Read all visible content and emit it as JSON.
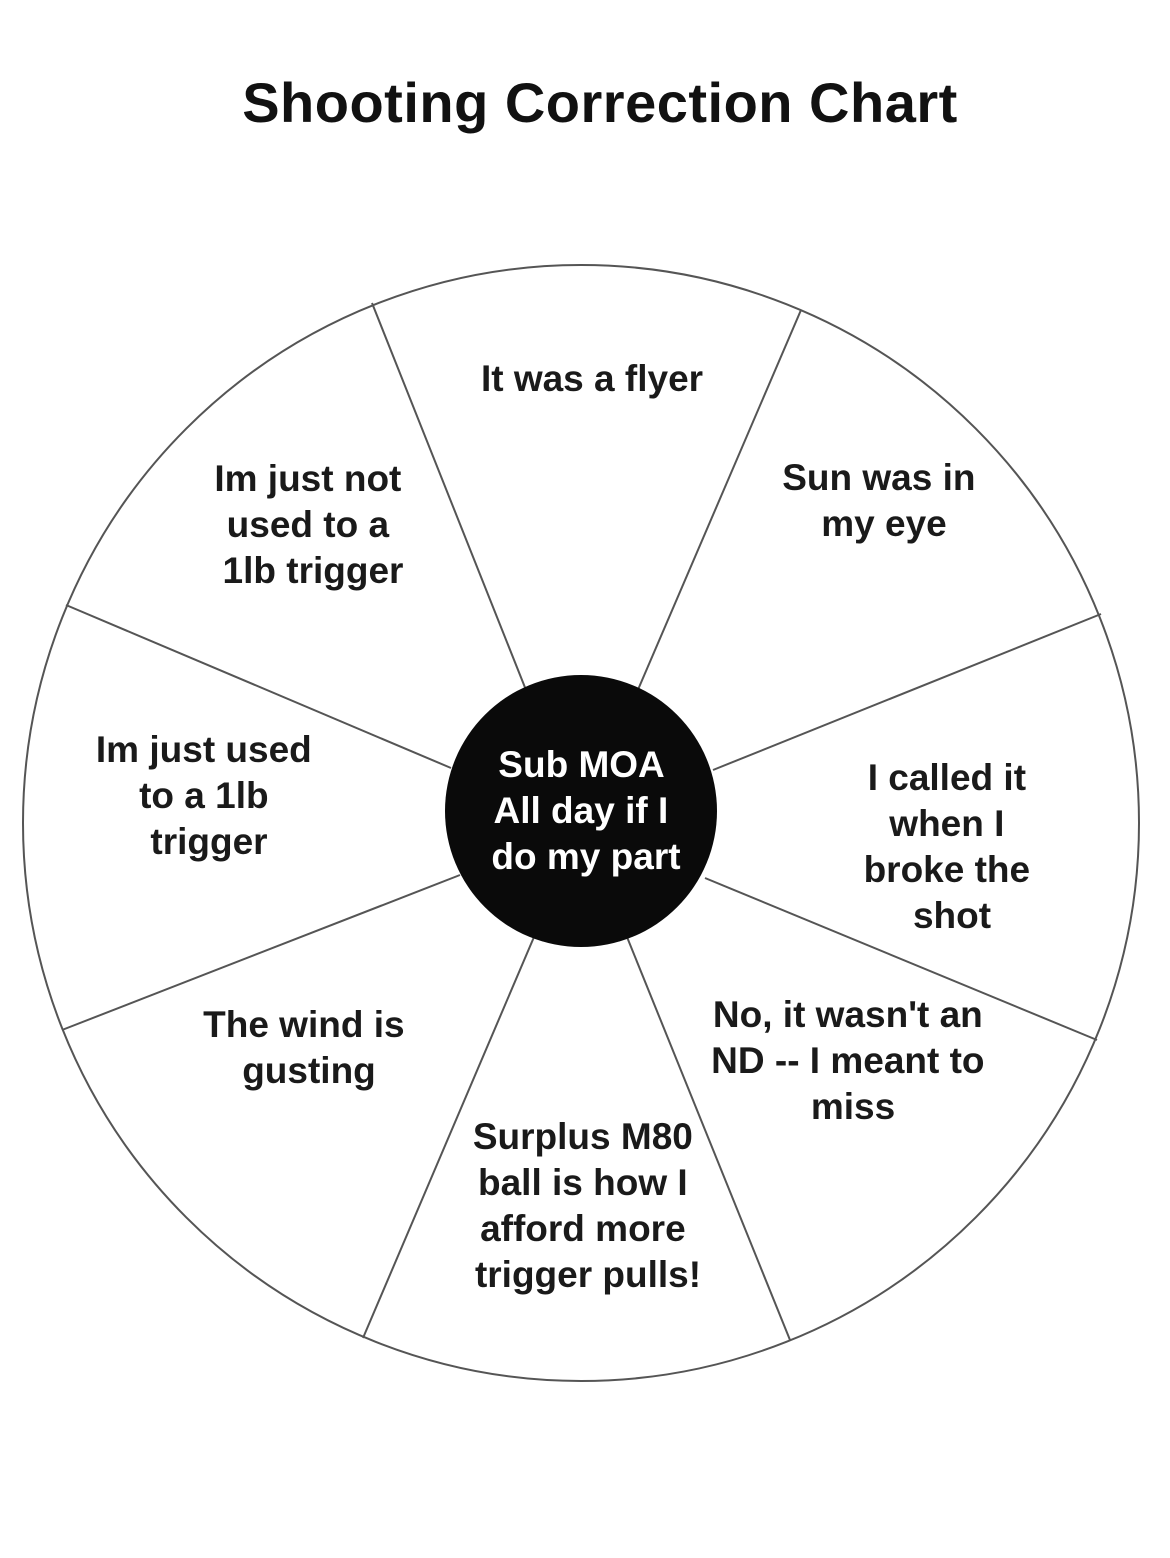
{
  "title": "Shooting Correction Chart",
  "center_label": [
    "Sub MOA",
    "All day if I",
    "do my part"
  ],
  "segments": [
    {
      "id": "top",
      "lines": [
        "It was a flyer"
      ]
    },
    {
      "id": "upper-right",
      "lines": [
        "Sun was in",
        "my eye"
      ]
    },
    {
      "id": "right",
      "lines": [
        "I called it",
        "when I",
        "broke the",
        "shot"
      ]
    },
    {
      "id": "lower-right",
      "lines": [
        "No, it wasn't an",
        "ND -- I meant to",
        "miss"
      ]
    },
    {
      "id": "bottom",
      "lines": [
        "Surplus M80",
        "ball is how I",
        "afford more",
        "trigger pulls!"
      ]
    },
    {
      "id": "lower-left",
      "lines": [
        "The wind is",
        "gusting"
      ]
    },
    {
      "id": "left",
      "lines": [
        "Im just used",
        "to a 1lb",
        "trigger"
      ]
    },
    {
      "id": "upper-left",
      "lines": [
        "Im just not",
        "used to a",
        "1lb trigger"
      ]
    }
  ],
  "colors": {
    "background": "#ffffff",
    "line": "#555555",
    "hub": "#0a0a0a",
    "hub_text": "#ffffff",
    "text": "#1a1a1a"
  }
}
